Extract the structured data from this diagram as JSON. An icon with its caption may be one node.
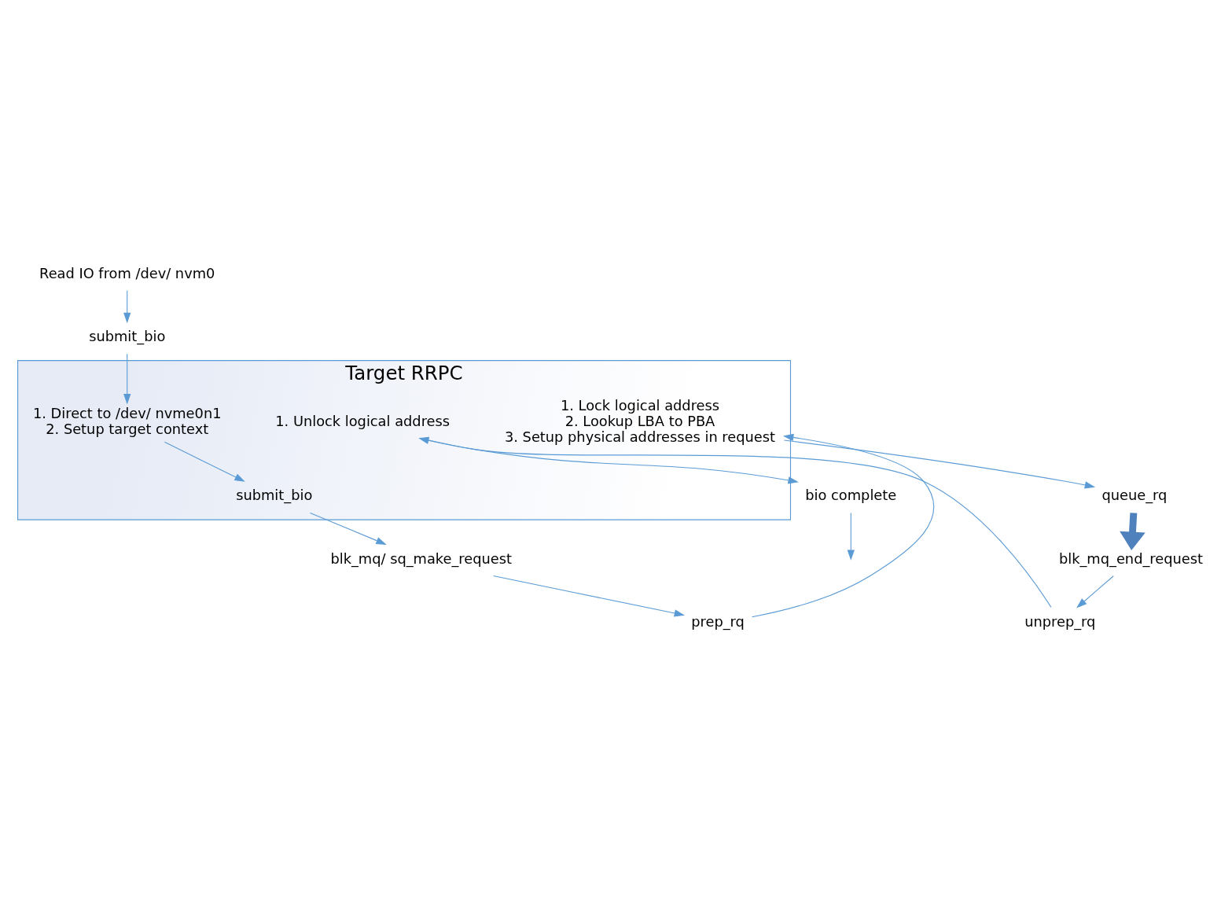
{
  "diagram": {
    "nodes": [
      {
        "text": [
          "Target RRPC"
        ]
      },
      {
        "text": [
          "Read IO from /dev/ nvm0"
        ]
      },
      {
        "text": [
          "submit_bio"
        ]
      },
      {
        "text": [
          "1. Direct to /dev/ nvme0n1",
          "2. Setup target context"
        ],
        "in": 0
      },
      {
        "text": [
          "submit_bio"
        ],
        "in": 0
      },
      {
        "text": [
          "blk_mq/ sq_make_request"
        ]
      },
      {
        "text": [
          "prep_rq"
        ]
      },
      {
        "text": [
          "1. Lock logical address",
          "2. Lookup LBA to PBA",
          "3. Setup physical addresses in request"
        ],
        "in": 0
      },
      {
        "text": [
          "queue_rq"
        ]
      },
      {
        "text": [
          "blk_mq_end_request"
        ]
      },
      {
        "text": [
          "unprep_rq"
        ]
      },
      {
        "text": [
          "1. Unlock logical address"
        ],
        "in": 0
      },
      {
        "text": [
          "bio complete"
        ]
      }
    ],
    "edges": [
      {
        "from": 1,
        "to": 2,
        "arrow": "to"
      },
      {
        "from": 2,
        "to": 3,
        "arrow": "to"
      },
      {
        "from": 3,
        "to": 4,
        "arrow": "to"
      },
      {
        "from": 4,
        "to": 5,
        "arrow": "to"
      },
      {
        "from": 5,
        "to": 6,
        "arrow": "to"
      },
      {
        "from": 6,
        "to": 7,
        "arrow": "to"
      },
      {
        "from": 7,
        "to": 8,
        "arrow": "to"
      },
      {
        "from": 8,
        "to": 9,
        "arrow": "to",
        "style": "thick",
        "color": "#4f81bd"
      },
      {
        "from": 9,
        "to": 10,
        "arrow": "to"
      },
      {
        "from": 10,
        "to": 11,
        "arrow": "to"
      },
      {
        "from": 11,
        "to": 12,
        "arrow": "to"
      },
      {
        "from": 12,
        "to": null,
        "arrow": "to"
      }
    ]
  }
}
